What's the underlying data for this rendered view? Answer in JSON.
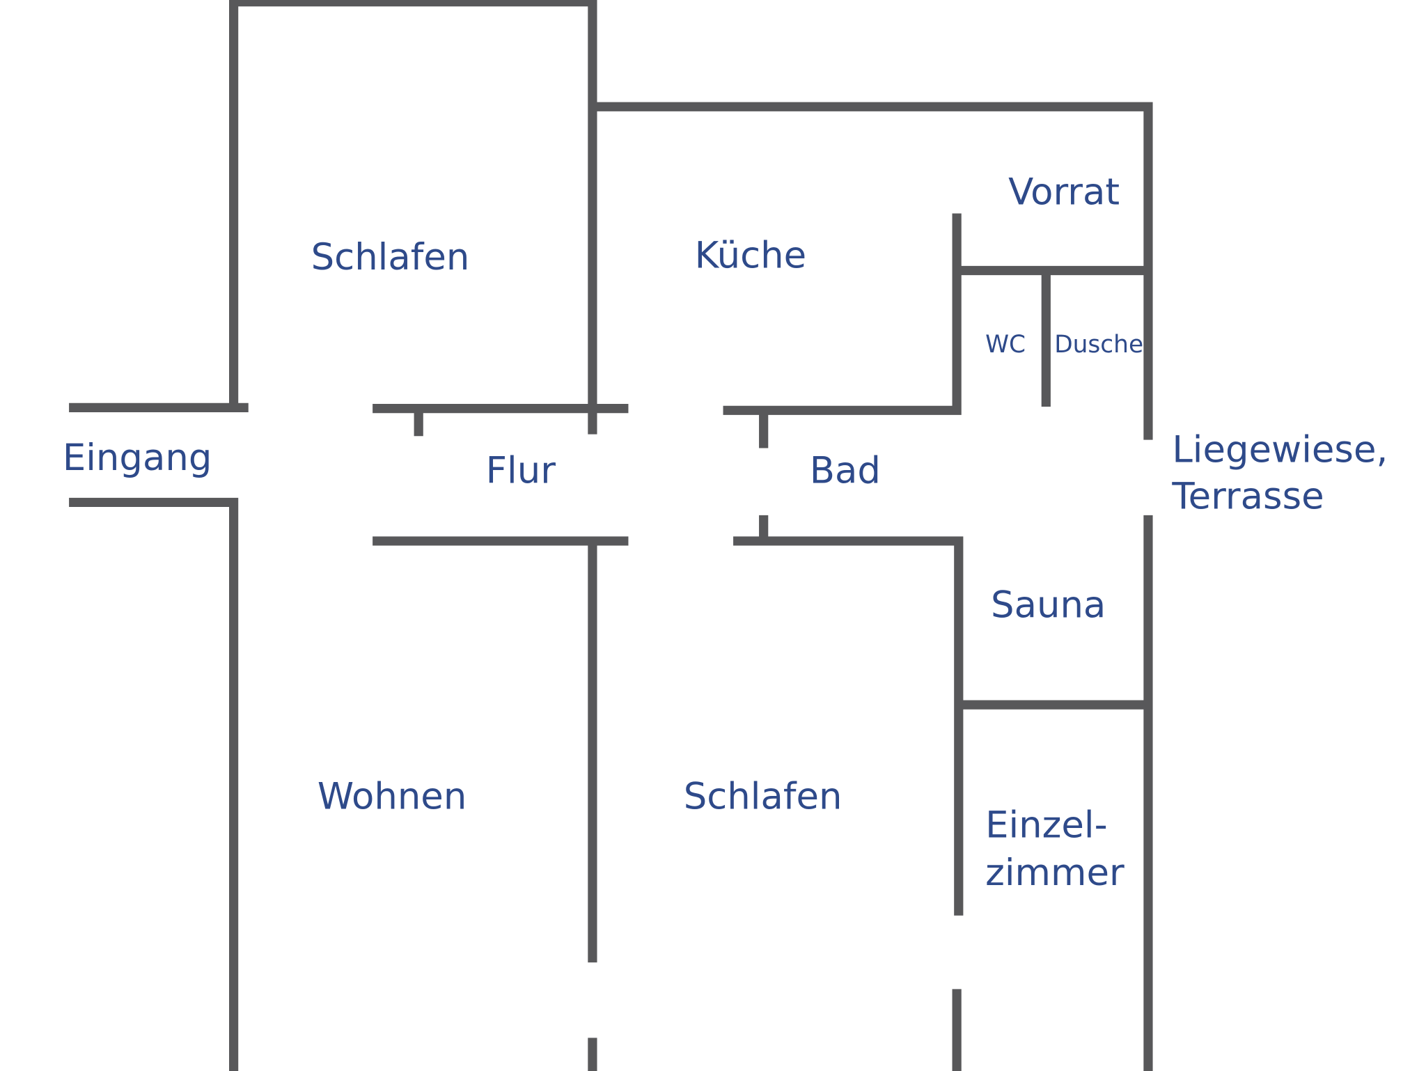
{
  "rooms": {
    "schlafen_1": "Schlafen",
    "kueche": "Küche",
    "vorrat": "Vorrat",
    "wc": "WC",
    "dusche": "Dusche",
    "eingang": "Eingang",
    "flur": "Flur",
    "bad": "Bad",
    "liegewiese_1": "Liegewiese,",
    "liegewiese_2": "Terrasse",
    "sauna": "Sauna",
    "wohnen": "Wohnen",
    "schlafen_2": "Schlafen",
    "einzel_1": "Einzel-",
    "einzel_2": "zimmer"
  },
  "colors": {
    "wall": "#58585a",
    "label": "#2e4a8a"
  }
}
